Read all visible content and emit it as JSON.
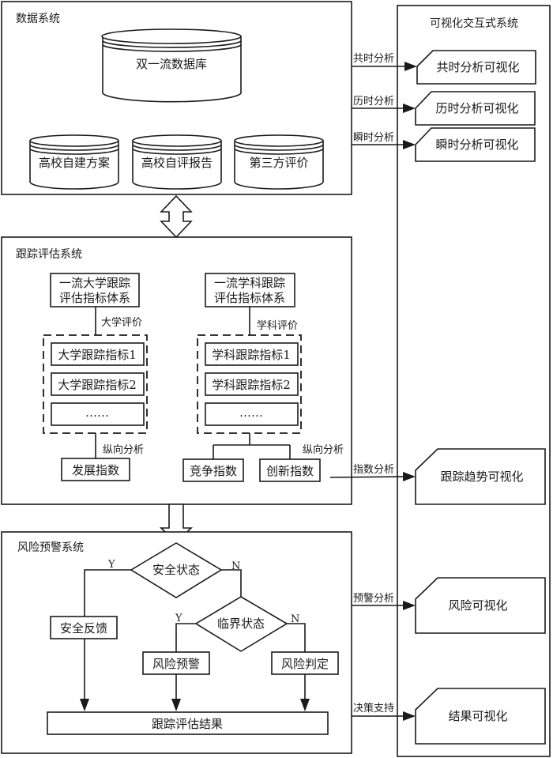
{
  "colors": {
    "stroke": "#1a1a1a",
    "background": "#ffffff"
  },
  "data_system": {
    "title": "数据系统",
    "main_db": "双一流数据库",
    "sub_dbs": [
      "高校自建方案",
      "高校自评报告",
      "第三方评价"
    ]
  },
  "tracking_system": {
    "title": "跟踪评估系统",
    "university": {
      "framework_line1": "一流大学跟踪",
      "framework_line2": "评估指标体系",
      "eval_label": "大学评价",
      "indicators": [
        "大学跟踪指标1",
        "大学跟踪指标2",
        "……"
      ],
      "analysis_label": "纵向分析",
      "indices": [
        "发展指数"
      ]
    },
    "discipline": {
      "framework_line1": "一流学科跟踪",
      "framework_line2": "评估指标体系",
      "eval_label": "学科评价",
      "indicators": [
        "学科跟踪指标1",
        "学科跟踪指标2",
        "……"
      ],
      "analysis_label": "纵向分析",
      "indices": [
        "竞争指数",
        "创新指数"
      ]
    }
  },
  "risk_system": {
    "title": "风险预警系统",
    "decision1": "安全状态",
    "decision2": "临界状态",
    "yes_label": "Y",
    "no_label": "N",
    "safe_feedback": "安全反馈",
    "risk_warning": "风险预警",
    "risk_judgment": "风险判定",
    "result": "跟踪评估结果"
  },
  "visual_system": {
    "title": "可视化交互式系统",
    "links": [
      {
        "label": "共时分析",
        "target": "共时分析可视化"
      },
      {
        "label": "历时分析",
        "target": "历时分析可视化"
      },
      {
        "label": "瞬时分析",
        "target": "瞬时分析可视化"
      },
      {
        "label": "指数分析",
        "target": "跟踪趋势可视化"
      },
      {
        "label": "预警分析",
        "target": "风险可视化"
      },
      {
        "label": "决策支持",
        "target": "结果可视化"
      }
    ]
  }
}
